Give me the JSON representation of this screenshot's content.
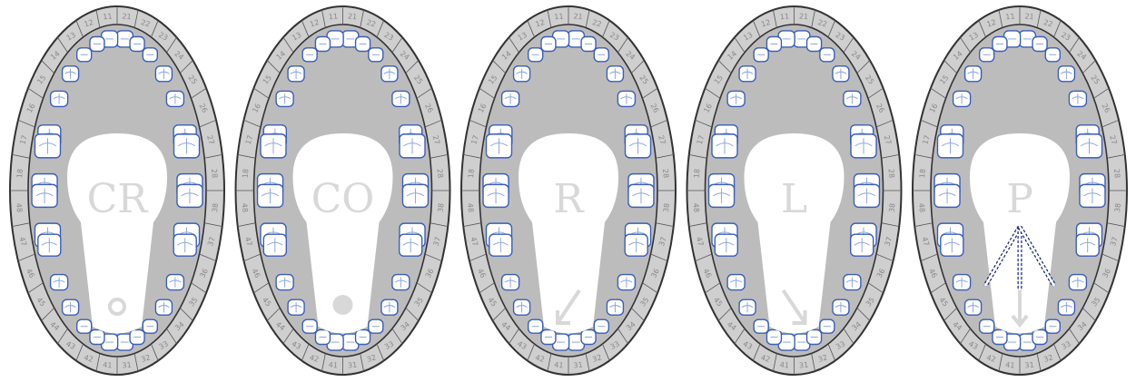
{
  "colors": {
    "ring_outer": "#cfcfcf",
    "ring_stroke": "#333333",
    "palate": "#bdbcbd",
    "cavity": "#ffffff",
    "tooth_fill": "#ffffff",
    "tooth_stroke": "#3b5fb8",
    "tooth_inner": "#8ea8e0",
    "label_text": "#888888",
    "marker": "#d8d8d8",
    "protrusion_lines": "#1b2a7a"
  },
  "tooth_numbers": {
    "upper_right": [
      "11",
      "12",
      "13",
      "14",
      "15",
      "16",
      "17",
      "18"
    ],
    "upper_left": [
      "21",
      "22",
      "23",
      "24",
      "25",
      "26",
      "27",
      "28"
    ],
    "lower_left": [
      "31",
      "32",
      "33",
      "34",
      "35",
      "36",
      "37",
      "38"
    ],
    "lower_right": [
      "41",
      "42",
      "43",
      "44",
      "45",
      "46",
      "47",
      "48"
    ]
  },
  "panels": [
    {
      "id": "cr",
      "label": "CR",
      "marker": "ring"
    },
    {
      "id": "co",
      "label": "CO",
      "marker": "dot"
    },
    {
      "id": "r",
      "label": "R",
      "marker": "arrow-down-left"
    },
    {
      "id": "l",
      "label": "L",
      "marker": "arrow-down-right"
    },
    {
      "id": "p",
      "label": "P",
      "marker": "arrow-down-protrusion"
    }
  ]
}
